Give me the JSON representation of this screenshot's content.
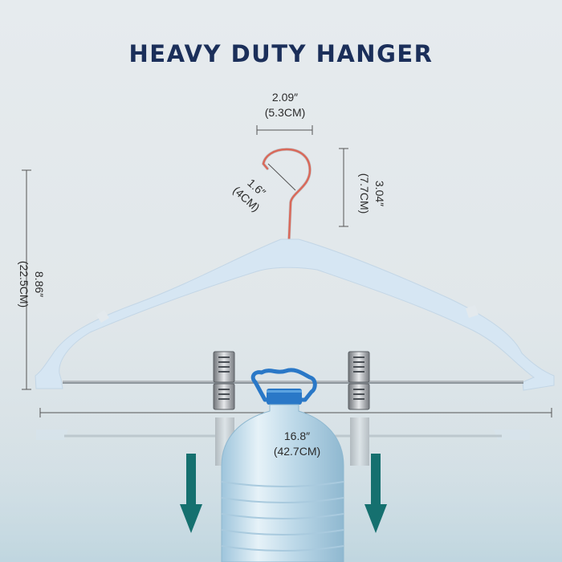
{
  "title": "HEAVY DUTY HANGER",
  "dimensions": {
    "hook_width": {
      "inch": "2.09″",
      "cm": "(5.3CM)"
    },
    "hook_diameter": {
      "inch": "1.6″",
      "cm": "(4CM)"
    },
    "hook_height": {
      "inch": "3.04″",
      "cm": "(7.7CM)"
    },
    "total_height": {
      "inch": "8.86″",
      "cm": "(22.5CM)"
    },
    "length": {
      "inch": "16.8″",
      "cm": "(42.7CM)"
    }
  },
  "colors": {
    "title": "#1b2f5a",
    "hanger_body": "#d6e6f3",
    "hook": "#d9695a",
    "arrow": "#15706f",
    "bottle_cap": "#2a78c7"
  },
  "icons": [
    "down-arrow-icon",
    "down-arrow-icon"
  ]
}
